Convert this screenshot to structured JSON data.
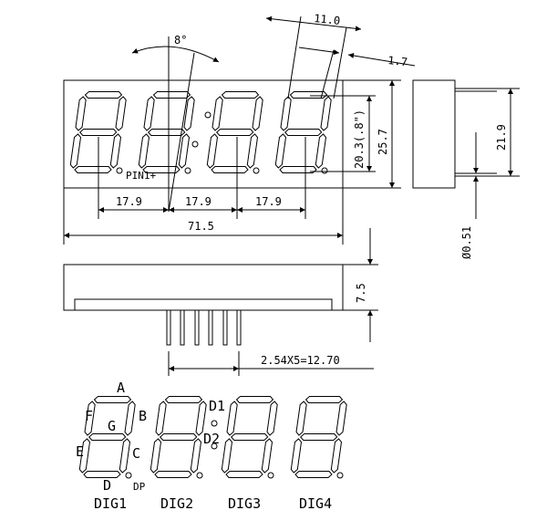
{
  "dimensions": {
    "digit_pitch": "17.9",
    "overall_width": "71.5",
    "tilt": "8°",
    "digit_width": "11.0",
    "digit_offset": "1.7",
    "char_height": "20.3(.8\")",
    "body_height": "25.7",
    "side_pin_height": "21.9",
    "pin_diameter": "Ø0.51",
    "body_depth": "7.5",
    "pin_pitch": "2.54X5=12.70"
  },
  "pin_label": "PIN1+",
  "segments": {
    "a": "A",
    "b": "B",
    "c": "C",
    "d": "D",
    "e": "E",
    "f": "F",
    "g": "G",
    "dp": "DP",
    "d1": "D1",
    "d2": "D2"
  },
  "digits": [
    "DIG1",
    "DIG2",
    "DIG3",
    "DIG4"
  ]
}
